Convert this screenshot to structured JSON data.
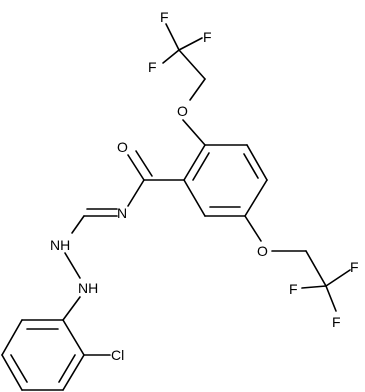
{
  "structure": {
    "atoms": {
      "f1": "F",
      "f2": "F",
      "f3": "F",
      "o_ether_top": "O",
      "o_carbonyl": "O",
      "n_imine": "N",
      "nh_upper": "NH",
      "nh_lower": "NH",
      "o_ether_right": "O",
      "f4": "F",
      "f5": "F",
      "f6": "F",
      "cl": "Cl"
    }
  }
}
